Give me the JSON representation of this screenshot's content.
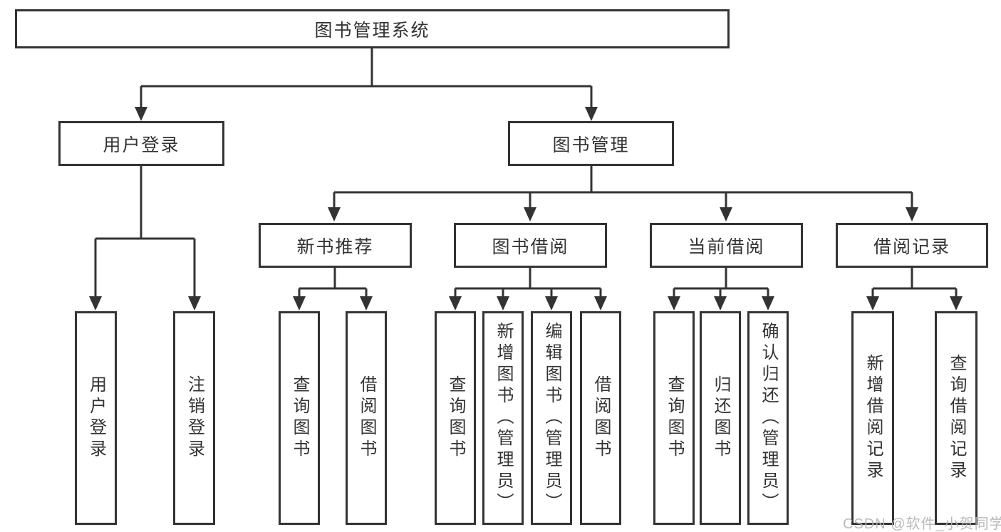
{
  "diagram": {
    "title": "图书管理系统",
    "level2": [
      {
        "label": "用户登录"
      },
      {
        "label": "图书管理"
      }
    ],
    "level3": [
      {
        "label": "新书推荐"
      },
      {
        "label": "图书借阅"
      },
      {
        "label": "当前借阅"
      },
      {
        "label": "借阅记录"
      }
    ],
    "leaves": {
      "user_login": {
        "children": [
          "用户登录",
          "注销登录"
        ]
      },
      "new_book": {
        "children": [
          "查询图书",
          "借阅图书"
        ]
      },
      "book_borrow": {
        "children": [
          "查询图书",
          "新增图书（管理员）",
          "编辑图书（管理员）",
          "借阅图书"
        ]
      },
      "current_borrow": {
        "children": [
          "查询图书",
          "归还图书",
          "确认归还（管理员）"
        ]
      },
      "records": {
        "children": [
          "新增借阅记录",
          "查询借阅记录"
        ]
      }
    },
    "watermark": "CSDN @软件_小贺同学",
    "colors": {
      "line": "#333333",
      "text": "#333333",
      "box_fill": "#ffffff",
      "watermark": "#b2b2b2",
      "background": "#ffffff"
    }
  }
}
